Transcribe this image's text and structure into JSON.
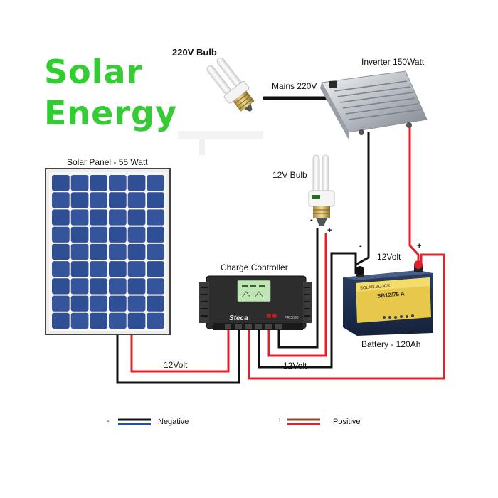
{
  "title": {
    "line1": "Solar",
    "line2": "Energy",
    "color": "#33cc33"
  },
  "components": {
    "bulb_220v": "220V Bulb",
    "mains": "Mains 220V",
    "inverter": "Inverter 150Watt",
    "solar_panel": "Solar Panel  - 55 Watt",
    "bulb_12v": "12V Bulb",
    "charge_controller": "Charge Controller",
    "battery": "Battery - 120Ah",
    "battery_voltage": "12Volt",
    "panel_wire_voltage": "12Volt",
    "controller_wire_voltage": "12Volt",
    "controller_brand": "Steca",
    "battery_brand": "SOLAR.BLOCK",
    "battery_model": "SB12/75 A"
  },
  "terminals": {
    "negative_sign": "-",
    "positive_sign": "+"
  },
  "legend": {
    "negative": {
      "sign": "-",
      "label": "Negative",
      "color": "#1a4fb5"
    },
    "positive": {
      "sign": "+",
      "label": "Positive",
      "color": "#8b4a2a"
    }
  },
  "colors": {
    "wire_negative": "#111111",
    "wire_positive": "#e0202a"
  }
}
